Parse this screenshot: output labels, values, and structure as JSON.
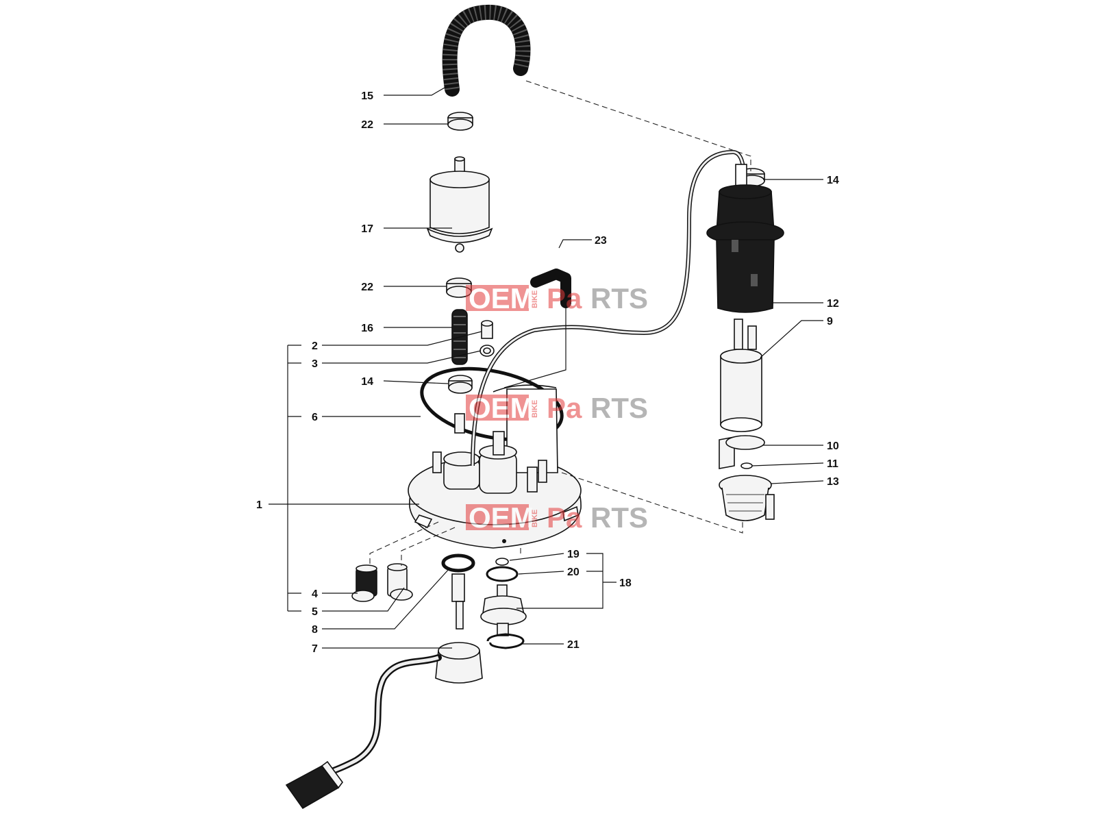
{
  "watermark": {
    "left": "OEM",
    "middle": "BIKE",
    "right_a": "Pa",
    "right_b": "RTS",
    "color_red": "#e23b3b",
    "color_grey": "#7a7a7a"
  },
  "labels": {
    "l15": "15",
    "l22a": "22",
    "l17": "17",
    "l22b": "22",
    "l16": "16",
    "l2": "2",
    "l3": "3",
    "l14a": "14",
    "l6": "6",
    "l1": "1",
    "l4": "4",
    "l5": "5",
    "l8": "8",
    "l7": "7",
    "l23": "23",
    "l19": "19",
    "l20": "20",
    "l18": "18",
    "l21": "21",
    "l14b": "14",
    "l12": "12",
    "l9": "9",
    "l10": "10",
    "l11": "11",
    "l13": "13"
  }
}
